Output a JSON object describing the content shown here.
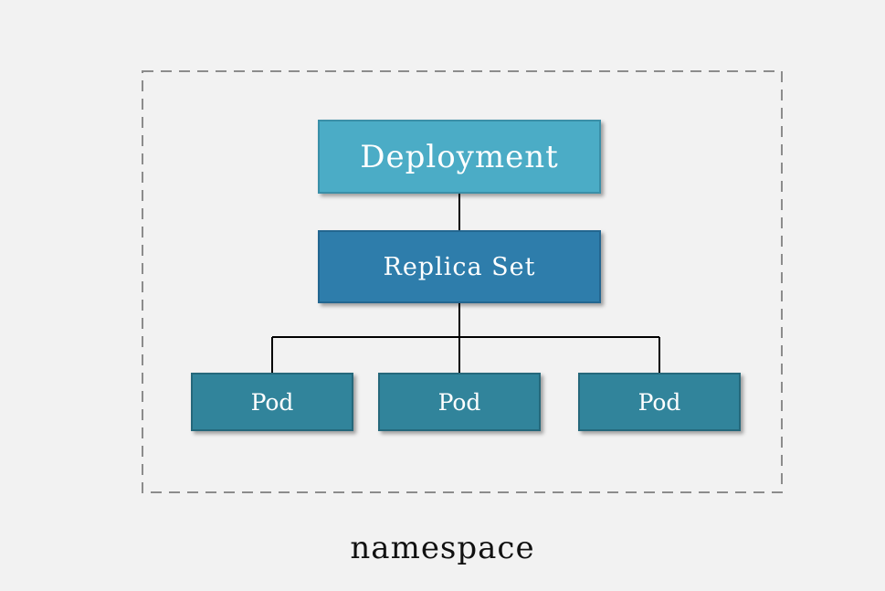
{
  "diagram": {
    "namespace_label": "namespace",
    "deployment_label": "Deployment",
    "replicaset_label": "Replica Set",
    "pods": [
      {
        "label": "Pod"
      },
      {
        "label": "Pod"
      },
      {
        "label": "Pod"
      }
    ]
  },
  "colors": {
    "background": "#f2f2f2",
    "namespace_border": "#8c8c8c",
    "deployment_fill": "#4bacc6",
    "replicaset_fill": "#2e7dab",
    "pod_fill": "#31849b",
    "node_text": "#ffffff",
    "connector": "#000000"
  }
}
